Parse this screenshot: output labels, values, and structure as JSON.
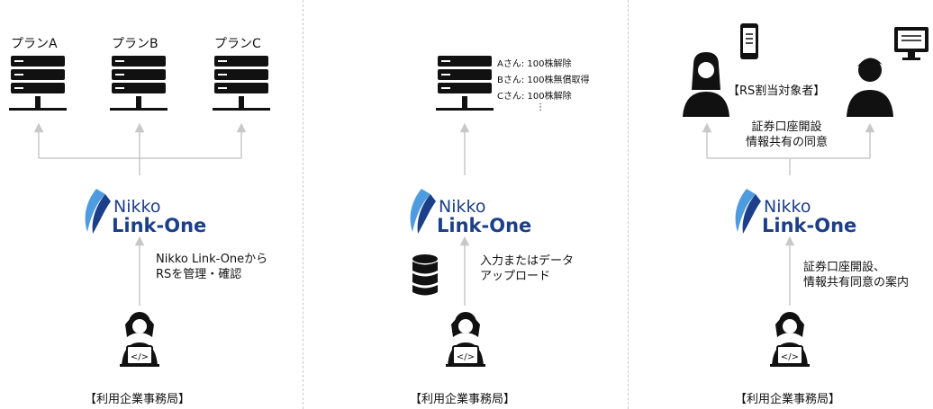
{
  "plans": [
    "プランA",
    "プランB",
    "プランC"
  ],
  "shareholders": [
    "Aさん: 100株解除",
    "Bさん: 100株無償取得",
    "Cさん: 100株解除"
  ],
  "ellipsis": "⋮",
  "logo": {
    "line1": "Nikko",
    "line2": "Link-One"
  },
  "panel1_note": "Nikko Link-Oneから\nRSを管理・確認",
  "panel2_note": "入力またはデータ\nアップロード",
  "panel3_note": "証券口座開設、\n情報共有同意の案内",
  "panel3_consent": "証券口座開設\n情報共有の同意",
  "rs_target": "【RS割当対象者】",
  "office_label": "【利用企業事務局】",
  "colors": {
    "logo_blue": "#1c3f8a",
    "swoosh_light": "#4f9be0",
    "arrow": "#c8c8c8",
    "icon": "#111111"
  }
}
